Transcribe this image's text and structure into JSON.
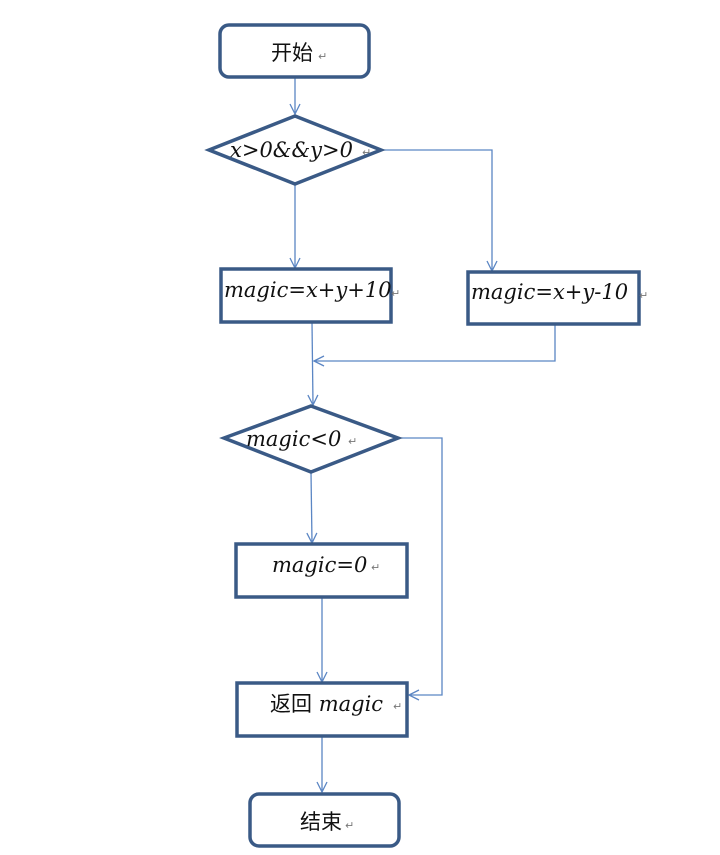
{
  "nodes": {
    "start": "开始",
    "cond1": "x>0&&y>0",
    "assign_plus": "magic=x+y+10",
    "assign_minus": "magic=x+y-10",
    "cond2": "magic<0",
    "assign_zero": "magic=0",
    "ret_prefix": "返回 ",
    "ret_var": "magic",
    "end": "结束"
  },
  "paragraph_mark": "↵",
  "colors": {
    "shape_stroke": "#3a5a86",
    "connector": "#5b86c4"
  }
}
